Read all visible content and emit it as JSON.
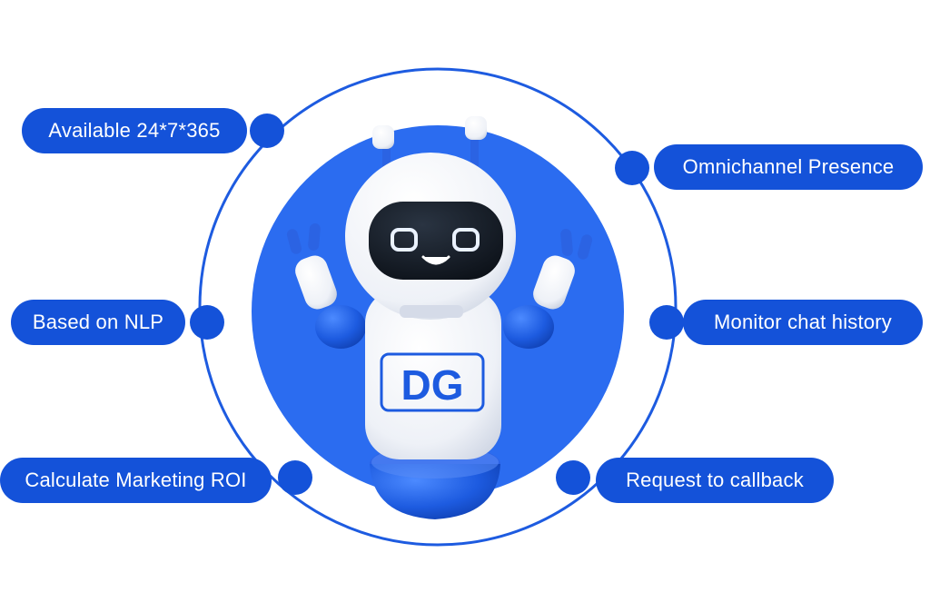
{
  "features": {
    "top_left": "Available 24*7*365",
    "top_right": "Omnichannel Presence",
    "mid_left": "Based on NLP",
    "mid_right": "Monitor chat history",
    "bottom_left": "Calculate Marketing ROI",
    "bottom_right": "Request to callback"
  },
  "robot": {
    "logo_text": "DG"
  },
  "colors": {
    "brand_blue": "#1452d9",
    "circle_blue": "#2b6cf0",
    "ring_blue": "#1d5be0",
    "robot_white": "#f4f6fb"
  },
  "icons": {
    "ring": "orbit-ring",
    "robot": "chatbot-robot-mascot"
  }
}
